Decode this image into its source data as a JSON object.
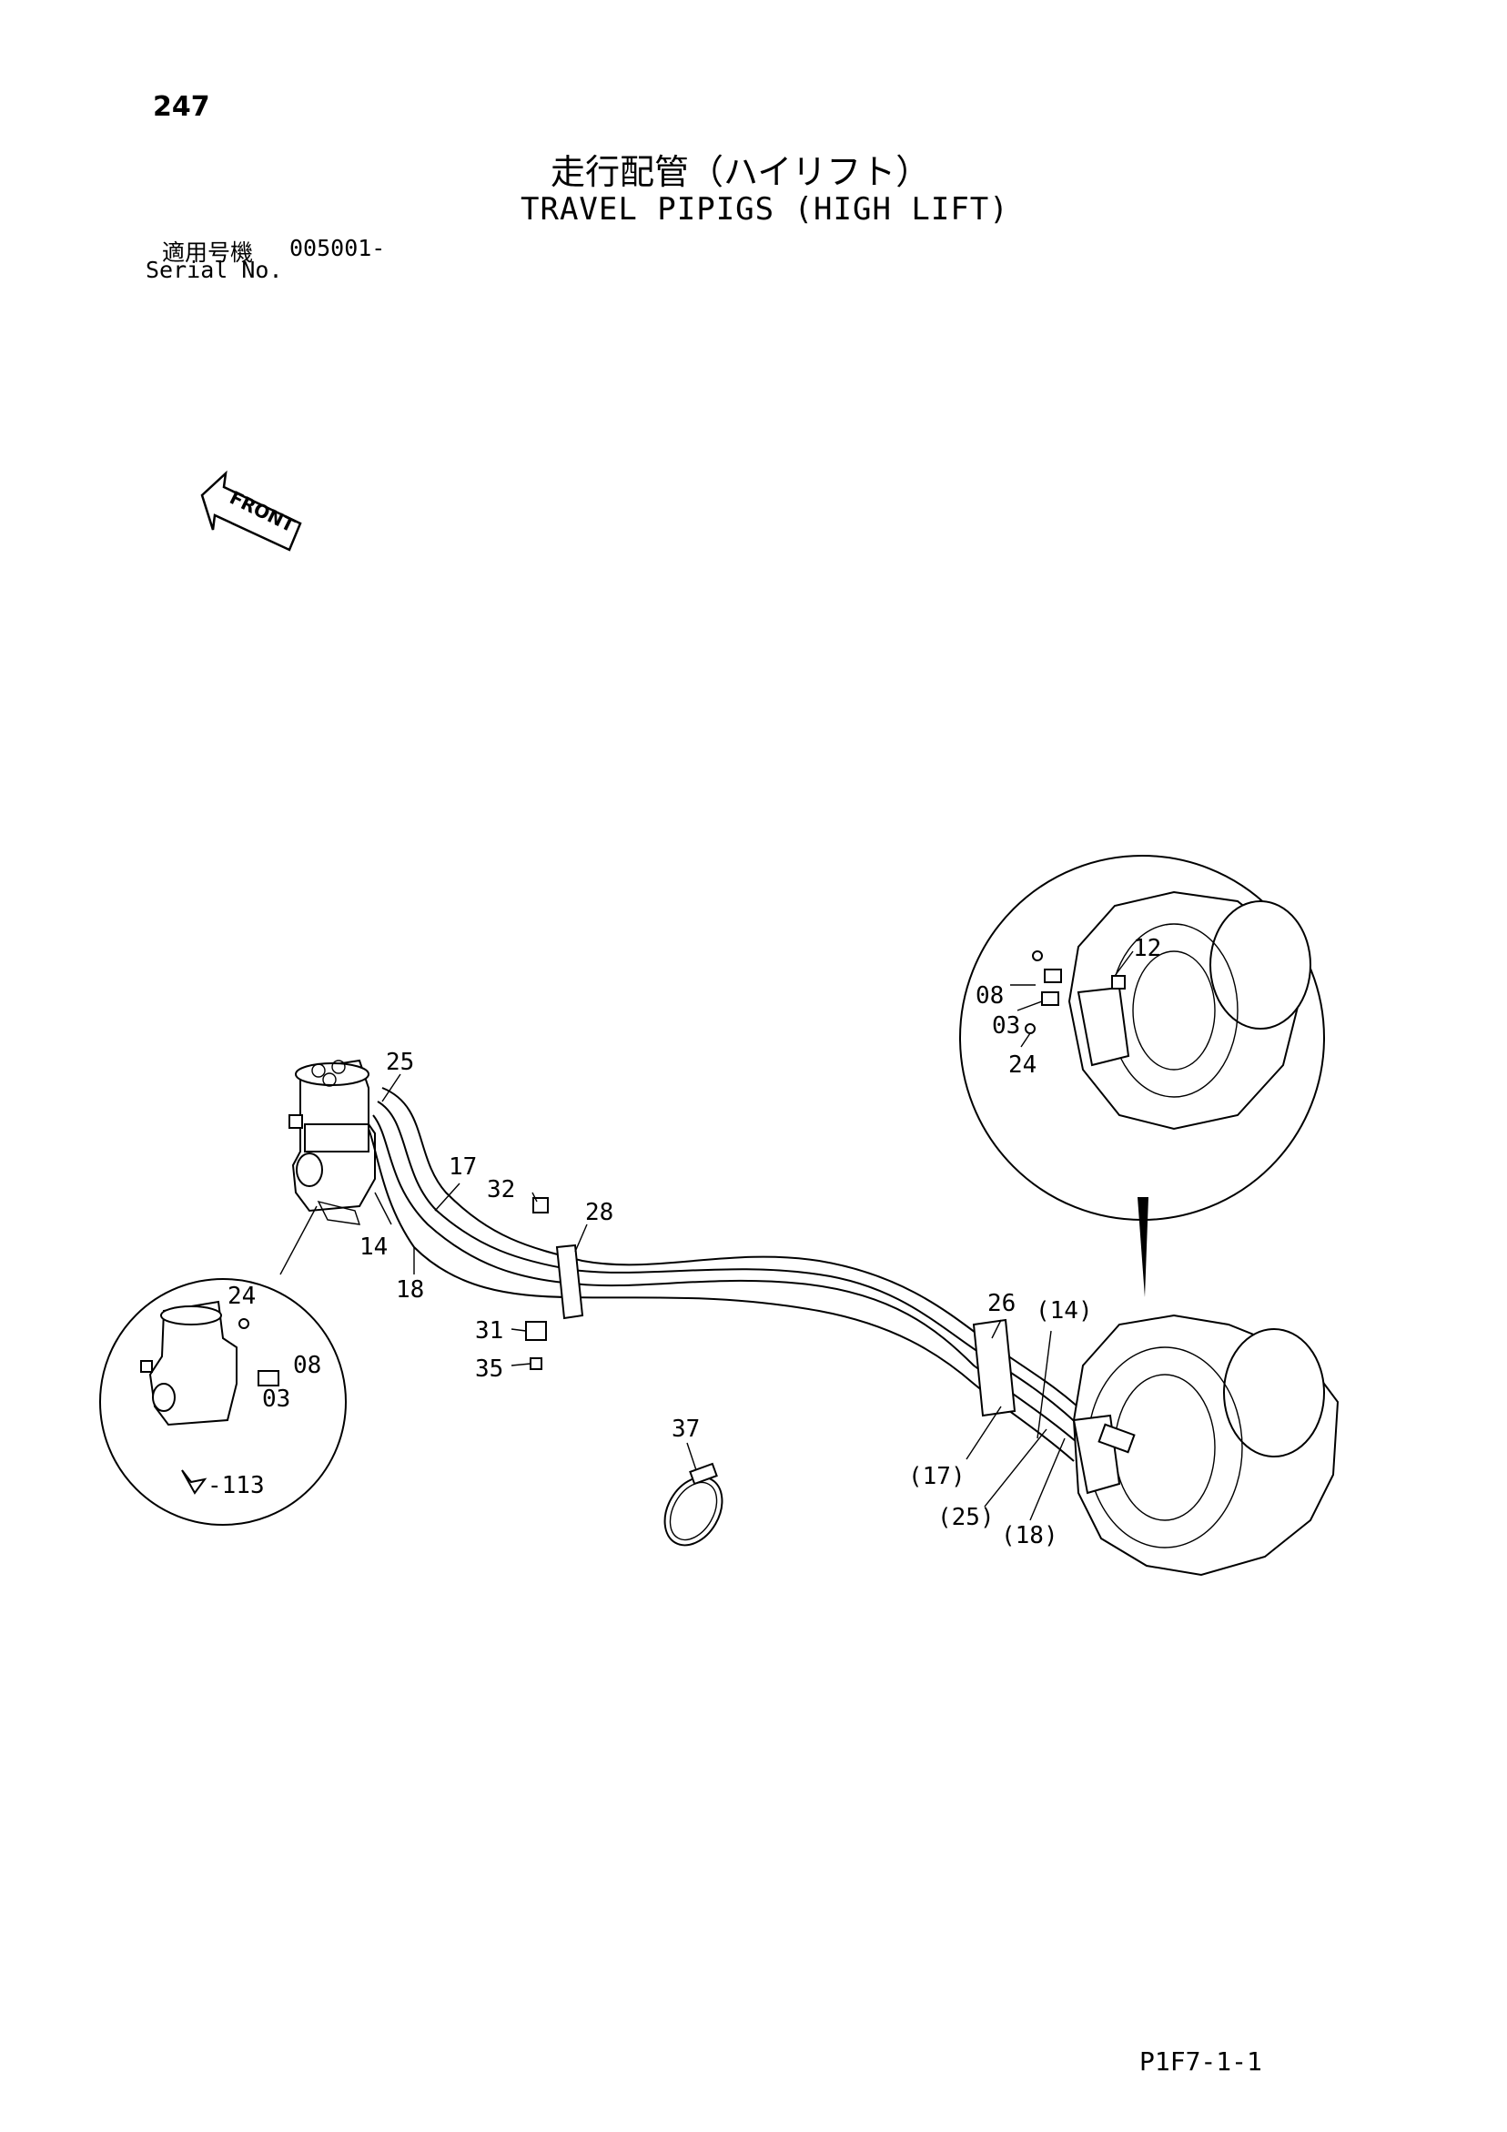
{
  "header": {
    "page_number": "247",
    "title_jp": "走行配管（ハイリフト）",
    "title_en": "TRAVEL PIPIGS (HIGH LIFT)",
    "serial_label_jp": "適用号機",
    "serial_value": "005001-",
    "serial_label_en": "Serial No."
  },
  "front_label": "FRONT",
  "callouts": {
    "c25": "25",
    "c17": "17",
    "c32": "32",
    "c28": "28",
    "c14": "14",
    "c18": "18",
    "c31": "31",
    "c35": "35",
    "c26": "26",
    "c14p": "(14)",
    "c17p": "(17)",
    "c25p": "(25)",
    "c18p": "(18)",
    "c37": "37",
    "l24": "24",
    "l08": "08",
    "l03": "03",
    "l113": "-113",
    "r12": "12",
    "r08": "08",
    "r03": "03",
    "r24": "24"
  },
  "footer": {
    "page_code": "P1F7-1-1"
  }
}
